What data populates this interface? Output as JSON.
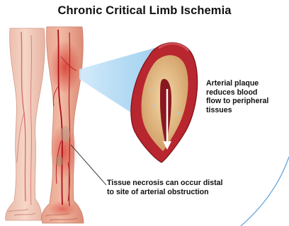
{
  "title": "Chronic Critical Limb Ischemia",
  "labels": {
    "plaque": [
      "Arterial plaque",
      "reduces blood",
      "flow to peripheral",
      "tissues"
    ],
    "necrosis": [
      "Tissue necrosis can occur distal",
      "to site of arterial obstruction"
    ]
  },
  "colors": {
    "skin": "#f1c7b6",
    "inflamed": "#d8463a",
    "artery_wall": "#b8262f",
    "plaque": "#e8c38a",
    "lumen": "#8a1820",
    "highlight_beam": "#9fd0f0"
  }
}
